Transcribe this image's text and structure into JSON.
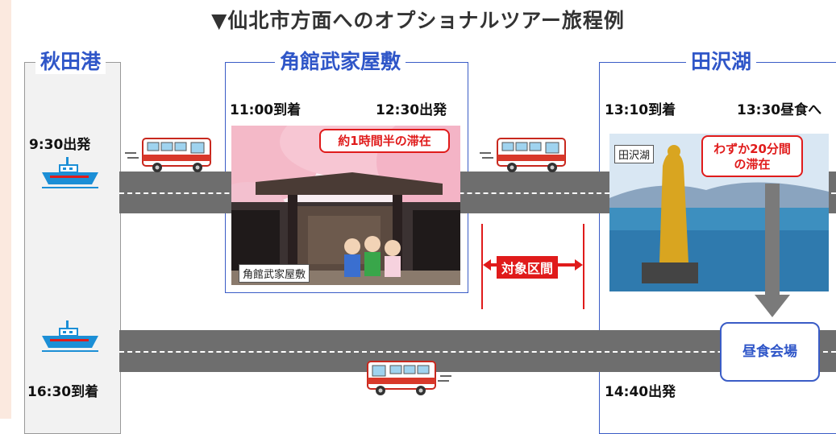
{
  "title": "▼仙北市方面へのオプショナルツアー旅程例",
  "locations": {
    "akita_port": "秋田港",
    "kakunodate": "角館武家屋敷",
    "tazawako": "田沢湖"
  },
  "times": {
    "depart_port": "9:30出発",
    "arrive_kakunodate": "11:00到着",
    "depart_kakunodate": "12:30出発",
    "arrive_tazawako": "13:10到着",
    "lunch_tazawako": "13:30昼食へ",
    "depart_tazawako": "14:40出発",
    "arrive_port": "16:30到着"
  },
  "photos": {
    "kakunodate_caption": "角館武家屋敷",
    "tazawako_caption": "田沢湖"
  },
  "callouts": {
    "kakunodate_stay": "約1時間半の滞在",
    "tazawako_stay_line1": "わずか20分間",
    "tazawako_stay_line2": "の滞在"
  },
  "target_section": "対象区間",
  "lunch_venue": "昼食会場",
  "colors": {
    "accent_blue": "#2f56c8",
    "alert_red": "#e01b1b",
    "road_gray": "#6e6e6e",
    "side_strip": "#fbe9df"
  }
}
